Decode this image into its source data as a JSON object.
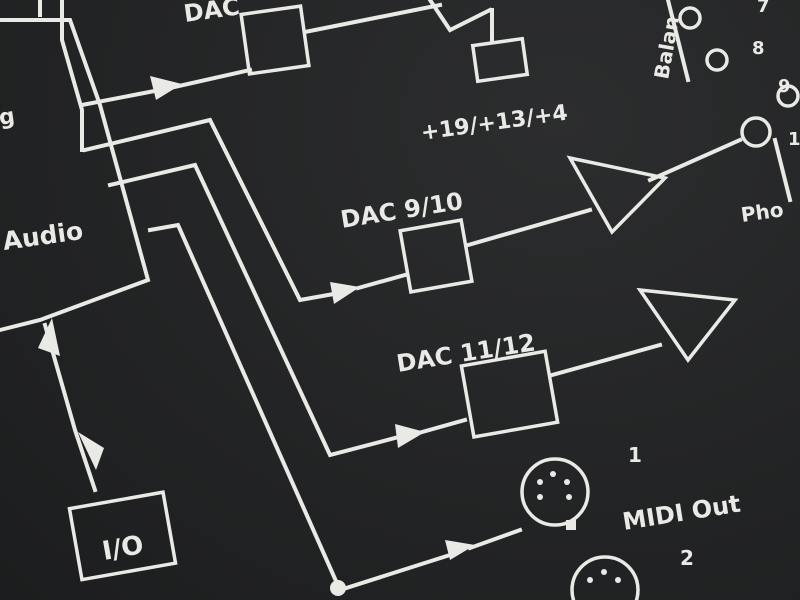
{
  "panel": {
    "labels": {
      "dac_top": "DAC",
      "dac_9_10": "DAC 9/10",
      "dac_11_12": "DAC 11/12",
      "audio": "Audio",
      "io": "I/O",
      "voltages": "+19/+13/+4",
      "balanced": "Balan",
      "phones": "Pho",
      "midi_out": "MIDI Out",
      "left_edge": "g",
      "num_7": "7",
      "num_8": "8",
      "num_9": "9",
      "num_1_phone": "1",
      "num_1_midi": "1",
      "num_2_midi": "2"
    },
    "colors": {
      "panel": "#232425",
      "print": "#e9e9e6"
    }
  }
}
